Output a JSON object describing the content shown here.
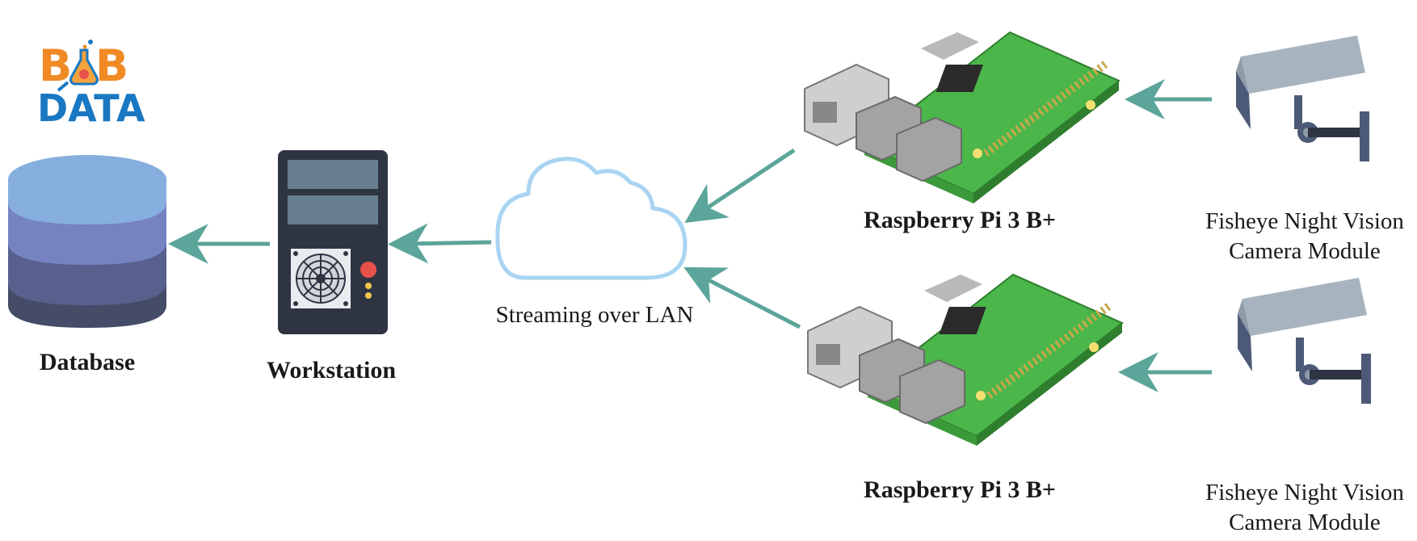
{
  "logo": {
    "line1": "BOB",
    "line2": "DATA"
  },
  "nodes": {
    "database": {
      "label": "Database"
    },
    "workstation": {
      "label": "Workstation"
    },
    "network": {
      "label": "Streaming over LAN"
    },
    "pi_top": {
      "label": "Raspberry Pi 3 B+"
    },
    "pi_bottom": {
      "label": "Raspberry Pi 3 B+"
    },
    "camera_top": {
      "label_line1": "Fisheye Night Vision",
      "label_line2": "Camera Module"
    },
    "camera_bottom": {
      "label_line1": "Fisheye Night Vision",
      "label_line2": "Camera Module"
    }
  },
  "colors": {
    "arrow": "#5ba59a",
    "cloud_stroke": "#a9d4f2",
    "db_top": "#86aede",
    "db_layer2": "#7583c1",
    "db_layer3": "#58618e",
    "db_layer4": "#454c67",
    "workstation": "#2f3443",
    "workstation_panel": "#677e8e",
    "power_led": "#e8504a",
    "small_led": "#f4c84a",
    "pcb": "#4bb64a",
    "camera_body": "#a7b4bf",
    "camera_mount": "#4d5a77",
    "logo_orange": "#f08a24",
    "logo_blue": "#1a78c2"
  }
}
